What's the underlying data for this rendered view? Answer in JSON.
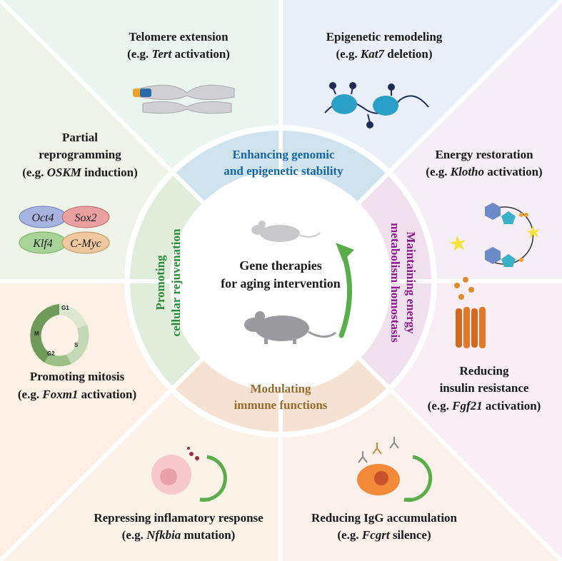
{
  "center": {
    "line1": "Gene therapies",
    "line2": "for aging intervention"
  },
  "colors": {
    "genomic": "#1565a8",
    "energy": "#8a1a8a",
    "immune": "#9a6a2a",
    "rejuv": "#2a8a3a"
  },
  "inner": {
    "genomic": {
      "line1": "Enhancing genomic",
      "line2": "and epigenetic stability"
    },
    "energy": {
      "line1": "Maintaining energy",
      "line2": "metabolism homostasis"
    },
    "immune": {
      "line1": "Modulating",
      "line2": "immune functions"
    },
    "rejuv": {
      "line1": "Promoting",
      "line2": "cellular rejuvenation"
    }
  },
  "sectors": {
    "telomere": {
      "title": "Telomere extension",
      "pre": "(e.g. ",
      "gene": "Tert",
      "post": " activation)"
    },
    "epigenetic": {
      "title": "Epigenetic remodeling",
      "pre": "(e.g. ",
      "gene": "Kat7",
      "post": " deletion)"
    },
    "energy": {
      "title": "Energy restoration",
      "pre": "(e.g. ",
      "gene": "Klotho",
      "post": " activation)"
    },
    "insulin": {
      "title1": "Reducing",
      "title2": "insulin resistance",
      "pre": "(e.g. ",
      "gene": "Fgf21",
      "post": " activation)"
    },
    "igg": {
      "title": "Reducing IgG accumulation",
      "pre": "(e.g. ",
      "gene": "Fcgrt",
      "post": " silence)"
    },
    "inflam": {
      "title": "Repressing inflamatory response",
      "pre": "(e.g. ",
      "gene": "Nfkbia",
      "post": " mutation)"
    },
    "mitosis": {
      "title": "Promoting mitosis",
      "pre": "(e.g. ",
      "gene": "Foxm1",
      "post": " activation)"
    },
    "reprog": {
      "title1": "Partial",
      "title2": "reprogramming",
      "pre": "(e.g. ",
      "gene": "OSKM",
      "post": " induction)"
    }
  },
  "factors": [
    "Oct4",
    "Sox2",
    "Klf4",
    "C-Myc"
  ],
  "cell_cycle": {
    "g1": "G1",
    "s": "S",
    "g2": "G2",
    "m": "M"
  }
}
